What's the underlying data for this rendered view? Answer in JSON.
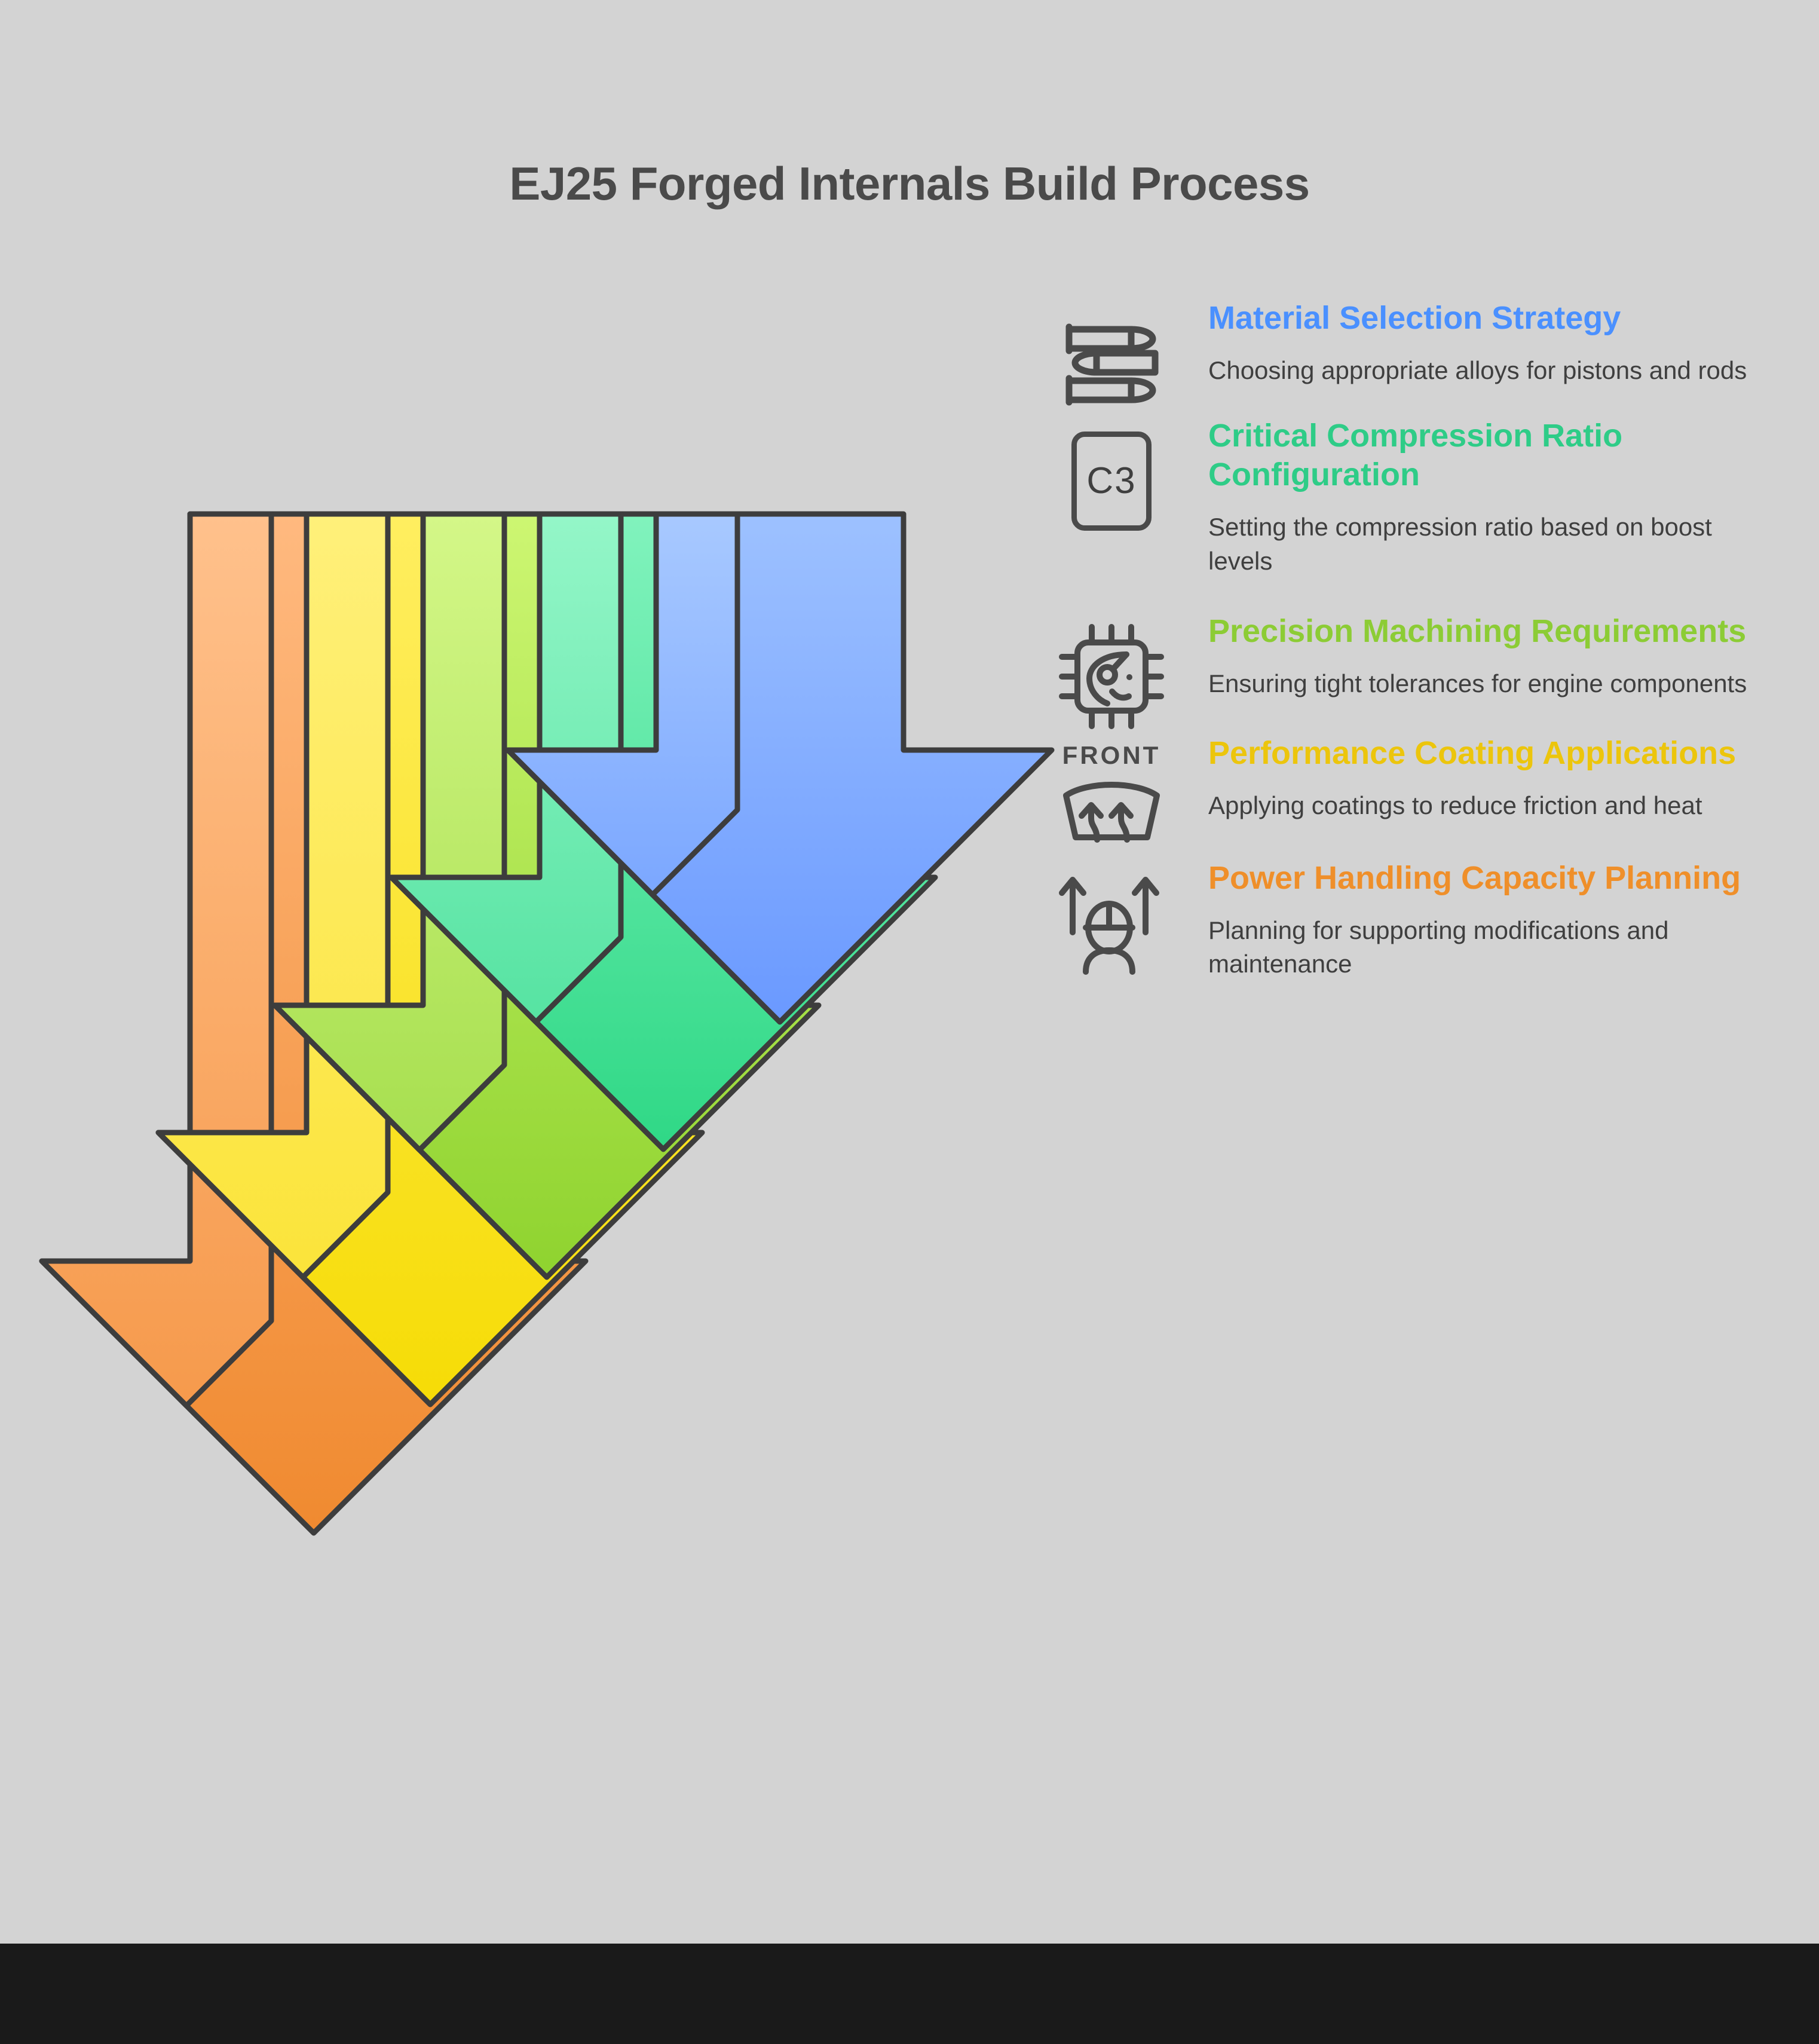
{
  "page": {
    "title": "EJ25 Forged Internals Build Process",
    "background_color": "#d3d3d3",
    "title_color": "#4a4a4a",
    "footer_bar_color": "#1a1a1a"
  },
  "steps": [
    {
      "title": "Material Selection Strategy",
      "description": "Choosing appropriate alloys for pistons and rods",
      "color": "#4a90ff",
      "icon": "bullets-cartridges-icon",
      "icon_text": ""
    },
    {
      "title": "Critical Compression Ratio Configuration",
      "description": "Setting the compression ratio based on boost levels",
      "color": "#2ecc87",
      "icon": "c3-badge-icon",
      "icon_text": "C3"
    },
    {
      "title": "Precision Machining Requirements",
      "description": "Ensuring tight tolerances for engine components",
      "color": "#8ccc35",
      "icon": "chip-gauge-icon",
      "icon_text": ""
    },
    {
      "title": "Performance Coating Applications",
      "description": "Applying coatings to reduce friction and heat",
      "color": "#ecc50c",
      "icon": "front-defrost-icon",
      "icon_text": "FRONT"
    },
    {
      "title": "Power Handling Capacity Planning",
      "description": "Planning for supporting modifications and maintenance",
      "color": "#ef8f2a",
      "icon": "worker-lifting-icon",
      "icon_text": ""
    }
  ],
  "chart_data": {
    "type": "diagram",
    "diagram_kind": "nested-layered-down-arrows",
    "title": "EJ25 Forged Internals Build Process",
    "arrow_count": 5,
    "direction": "down",
    "layers": [
      {
        "index": 1,
        "label": "Material Selection Strategy",
        "body_fill_top": "#99bdff",
        "body_fill_bottom": "#6d9bff",
        "bevel_fill": "#6b9cff",
        "stroke": "#3d3d3d"
      },
      {
        "index": 2,
        "label": "Critical Compression Ratio Configuration",
        "body_fill_top": "#7cf0b6",
        "body_fill_bottom": "#34d98b",
        "bevel_fill": "#6ef0ab",
        "stroke": "#3d3d3d"
      },
      {
        "index": 3,
        "label": "Precision Machining Requirements",
        "body_fill_top": "#c8f569",
        "body_fill_bottom": "#92d437",
        "bevel_fill": "#c4f467",
        "stroke": "#3d3d3d"
      },
      {
        "index": 4,
        "label": "Performance Coating Applications",
        "body_fill_top": "#ffec58",
        "body_fill_bottom": "#f7dd0a",
        "bevel_fill": "#ffeb5a",
        "stroke": "#3d3d3d"
      },
      {
        "index": 5,
        "label": "Power Handling Capacity Planning",
        "body_fill_top": "#ffb377",
        "body_fill_bottom": "#f28b33",
        "bevel_fill": "#ffb87e",
        "stroke": "#3d3d3d"
      }
    ]
  }
}
